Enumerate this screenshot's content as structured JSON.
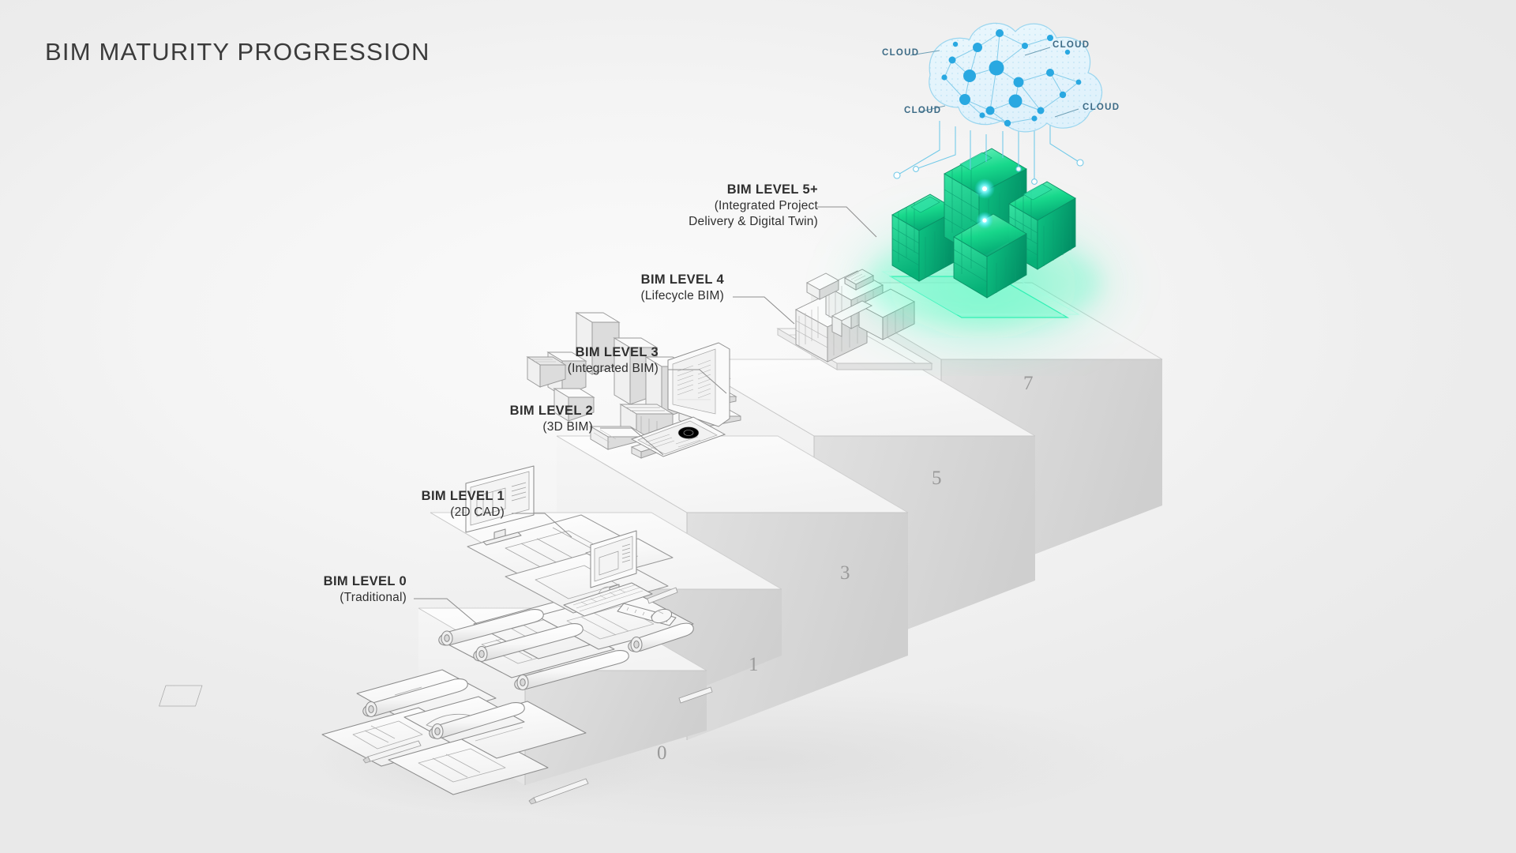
{
  "title": "BIM MATURITY PROGRESSION",
  "theme": {
    "background_top": "#fbfbfb",
    "background_bottom": "#e9e9e9",
    "text_color": "#2f2f2f",
    "step_face": "#f2f2f2",
    "step_top": "#fafafa",
    "step_side": "#dcdcdc",
    "accent_green": "#15d98a",
    "accent_green_deep": "#07b377",
    "accent_cyan": "#2fe3d0",
    "accent_blue": "#29a8e0",
    "cloud_label_color": "#3d6b86",
    "number_color": "#9a9a9a"
  },
  "levels": [
    {
      "id": "level-0",
      "label_line1": "BIM LEVEL 0",
      "label_line2": "(Traditional)",
      "label_line3": "",
      "step_number": "0",
      "scene": "paper-blueprints-rolls-pencils"
    },
    {
      "id": "level-1",
      "label_line1": "BIM LEVEL 1",
      "label_line2": "(2D CAD)",
      "label_line3": "",
      "step_number": "1",
      "scene": "cad-monitors-keyboard-mouse-plans"
    },
    {
      "id": "level-2",
      "label_line1": "BIM LEVEL 2",
      "label_line2": "(3D BIM)",
      "label_line3": "",
      "step_number": "3",
      "scene": "3d-massing-blocks-tablet-datapanel"
    },
    {
      "id": "level-3",
      "label_line1": "BIM LEVEL 3",
      "label_line2": "(Integrated BIM)",
      "label_line3": "",
      "step_number": "5",
      "scene": "detailed-white-building-model-siteplan"
    },
    {
      "id": "level-4",
      "label_line1": "BIM LEVEL 4",
      "label_line2": "(Lifecycle BIM)",
      "label_line3": "",
      "step_number": "7",
      "scene": "detailed-white-building-model-siteplan"
    },
    {
      "id": "level-5",
      "label_line1": "BIM LEVEL 5+",
      "label_line2": "(Integrated Project",
      "label_line3": "Delivery & Digital Twin)",
      "step_number": "",
      "scene": "green-holographic-digital-twin"
    }
  ],
  "cloud": {
    "labels": [
      {
        "id": "cloud-label-left-top",
        "text": "CLOUD"
      },
      {
        "id": "cloud-label-right-top",
        "text": "CLOUD"
      },
      {
        "id": "cloud-label-left-bottom",
        "text": "CLOUD"
      },
      {
        "id": "cloud-label-right-bottom",
        "text": "CLOUD"
      }
    ],
    "node_color": "#27a9e1",
    "edge_color": "#8fd3ef"
  }
}
